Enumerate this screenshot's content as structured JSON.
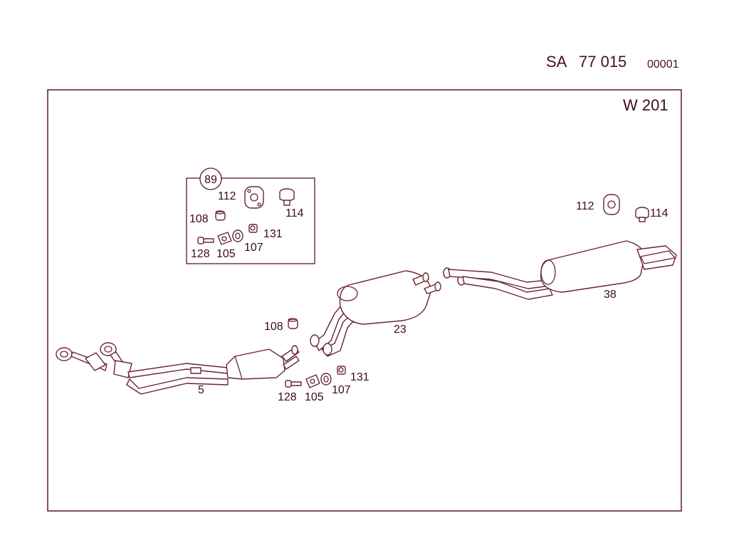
{
  "header": {
    "sa_label": "SA",
    "sa_number": "77 015",
    "sheet_code": "00001"
  },
  "diagram": {
    "model": "W 201",
    "kit_callout": "89",
    "kit_labels": {
      "p112": "112",
      "p114": "114",
      "p108": "108",
      "p131": "131",
      "p128": "128",
      "p105": "105",
      "p107": "107"
    },
    "labels": {
      "p5": "5",
      "p23": "23",
      "p38": "38",
      "p108": "108",
      "p112": "112",
      "p114": "114",
      "p128": "128",
      "p105": "105",
      "p107": "107",
      "p131": "131"
    }
  }
}
